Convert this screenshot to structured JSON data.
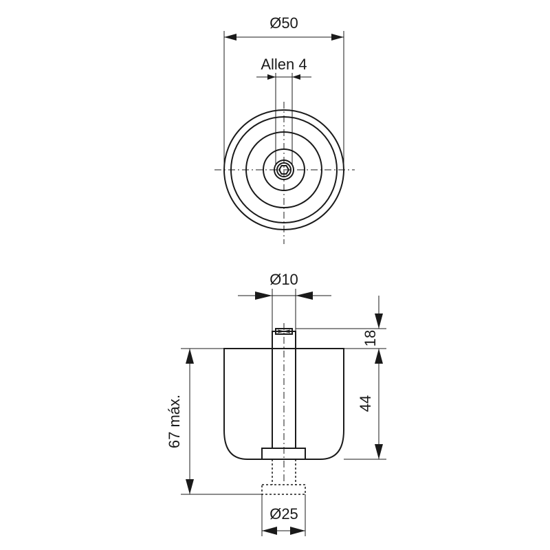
{
  "labels": {
    "outer_diameter": "Ø50",
    "allen_key": "Allen 4",
    "stem_diameter": "Ø10",
    "thread_length": "18",
    "body_height": "44",
    "max_height": "67 máx.",
    "base_diameter": "Ø25"
  },
  "colors": {
    "body_fill": "#e6e6e6",
    "stem_fill": "#a3a3a3",
    "line": "#1a1a1a"
  }
}
